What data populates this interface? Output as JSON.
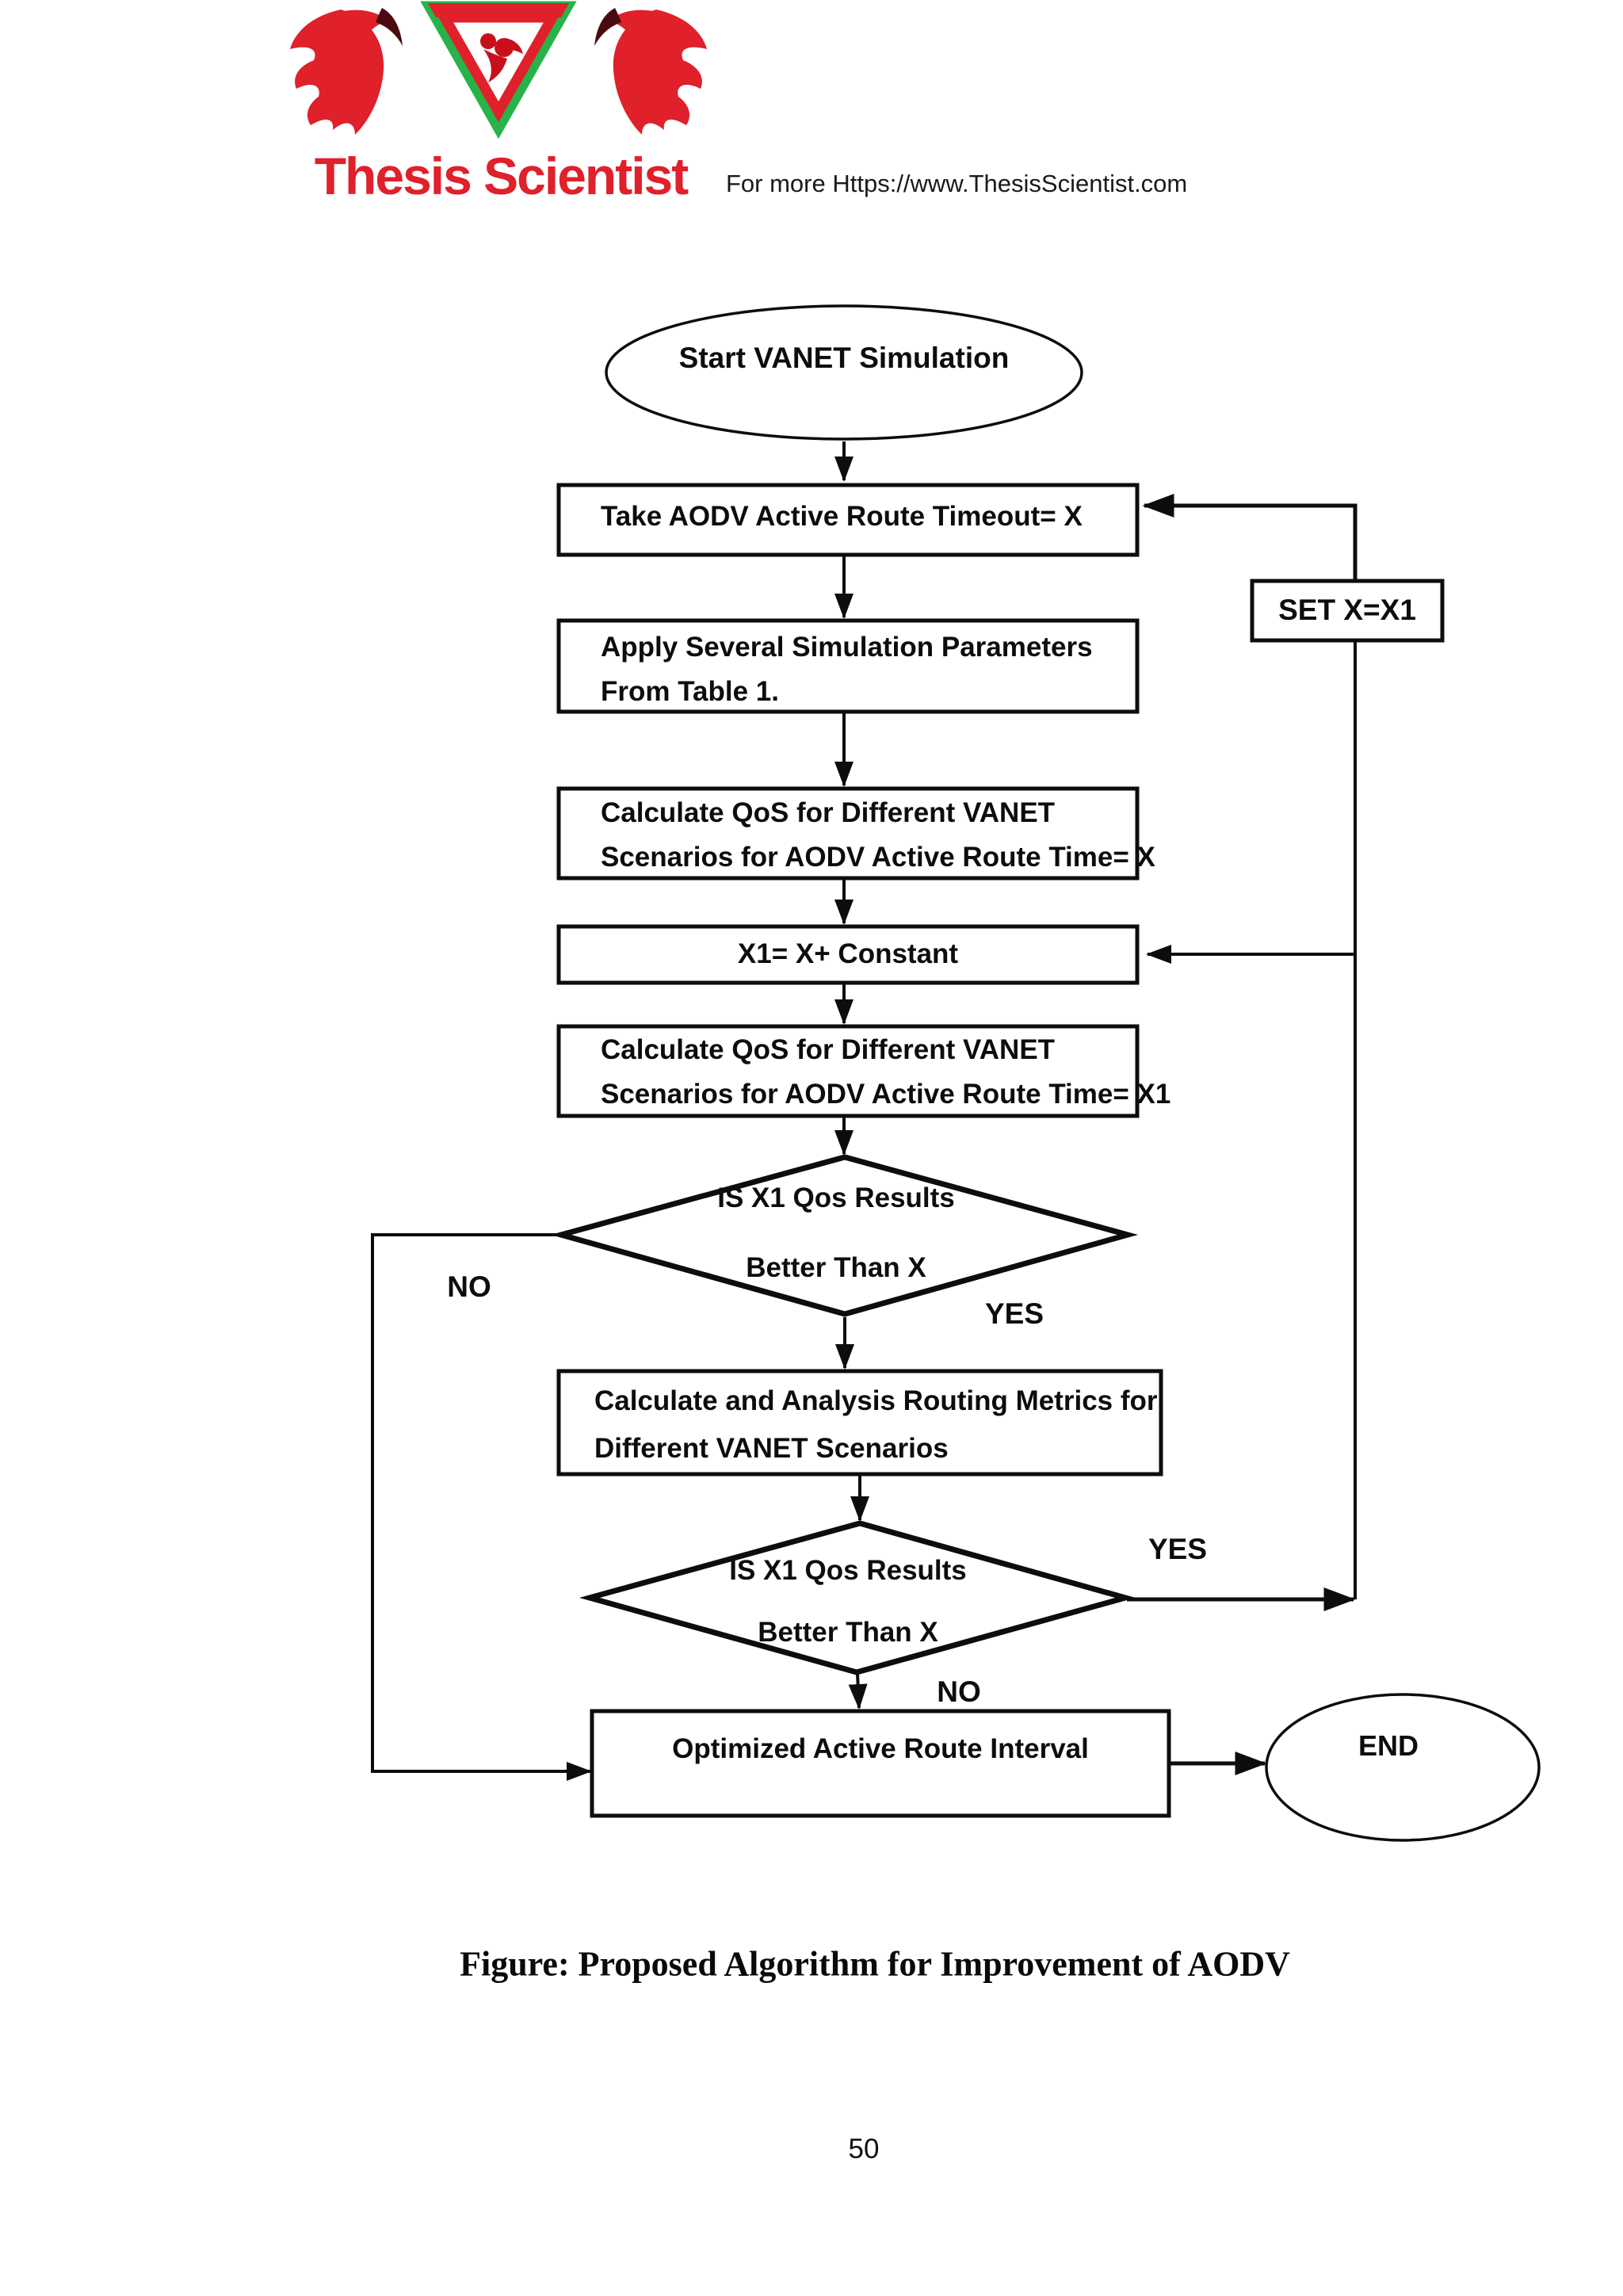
{
  "header": {
    "logo_text": "Thesis Scientist",
    "tagline": "For more Https://www.ThesisScientist.com"
  },
  "flowchart": {
    "nodes": {
      "start": {
        "label": "Start VANET Simulation"
      },
      "take_aodv": {
        "label": "Take AODV Active Route Timeout= X"
      },
      "set_x": {
        "label": "SET X=X1"
      },
      "apply_params": {
        "line1": "Apply Several Simulation Parameters",
        "line2": "From Table 1."
      },
      "calc_qos_x": {
        "line1": "Calculate QoS for Different VANET",
        "line2": "Scenarios for AODV Active Route Time= X"
      },
      "x1_constant": {
        "label": "X1= X+ Constant"
      },
      "calc_qos_x1": {
        "line1": "Calculate QoS for Different VANET",
        "line2": "Scenarios for AODV Active Route Time= X1"
      },
      "decision1": {
        "line1": "IS X1 Qos Results",
        "line2": "Better Than X"
      },
      "calc_metrics": {
        "line1": "Calculate and Analysis Routing Metrics for",
        "line2": "Different VANET Scenarios"
      },
      "decision2": {
        "line1": "IS X1 Qos Results",
        "line2": "Better Than X"
      },
      "optimized": {
        "label": "Optimized Active Route Interval"
      },
      "end": {
        "label": "END"
      }
    },
    "edge_labels": {
      "no1": "NO",
      "yes1": "YES",
      "yes2": "YES",
      "no2": "NO"
    }
  },
  "caption": "Figure: Proposed Algorithm for Improvement of AODV",
  "page_number": "50",
  "colors": {
    "ink": "#0d0d0d",
    "logo_red": "#e0202a",
    "logo_green": "#27b34a"
  }
}
